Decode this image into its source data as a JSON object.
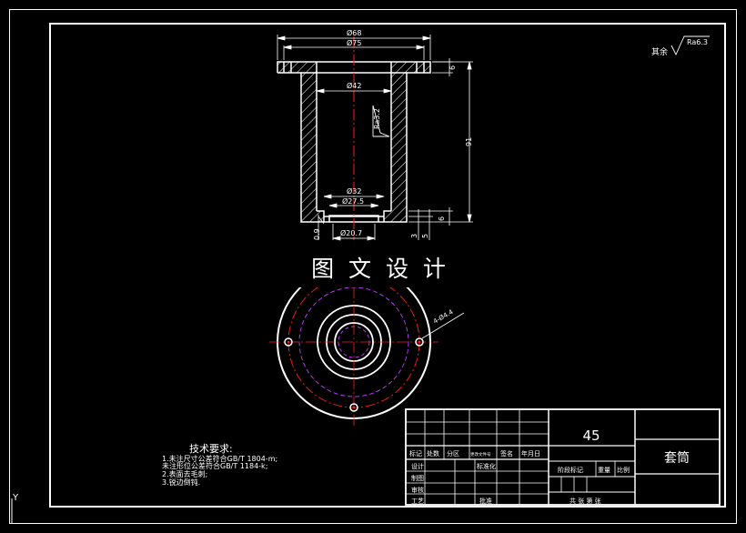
{
  "colors": {
    "background": "#000000",
    "line": "#ffffff",
    "center": "#ff2020",
    "hidden": "#c040ff"
  },
  "icons": [
    "ucs-axis-icon",
    "roughness-symbol-icon",
    "hatch-pattern-icon"
  ],
  "dims": {
    "d68": "Ø68",
    "d75": "Ø75",
    "d42": "Ø42",
    "d32": "Ø32",
    "d27": "Ø27.5",
    "d20": "Ø20.7",
    "h6top": "6",
    "h91": "91",
    "h6bot": "6",
    "v09": "0.9",
    "v3": "3",
    "v5": "5",
    "ra": "Ra3.2",
    "holes": "4-Ø4.4"
  },
  "surface": {
    "prefix": "其余",
    "value": "Ra6.3"
  },
  "watermark": "图 文 设 计",
  "tech": {
    "title": "技术要求:",
    "lines": [
      "1.未注尺寸公差符合GB/T 1804-m;",
      "  未注形位公差符合GB/T 1184-k;",
      "2.表面去毛刺;",
      "3.锐边倒钝."
    ]
  },
  "title_block": {
    "material": "45",
    "part_name": "套筒",
    "header": [
      "标记",
      "处数",
      "分区",
      "更改文件号",
      "签名",
      "年月日"
    ],
    "rows": [
      "设计",
      "制图",
      "审核",
      "工艺"
    ],
    "standardize": "标准化",
    "approve": "批准",
    "stage": "阶段标记",
    "weight": "重量",
    "scale": "比例",
    "sheets": "共 张 第 张"
  },
  "axis_label": "Y"
}
